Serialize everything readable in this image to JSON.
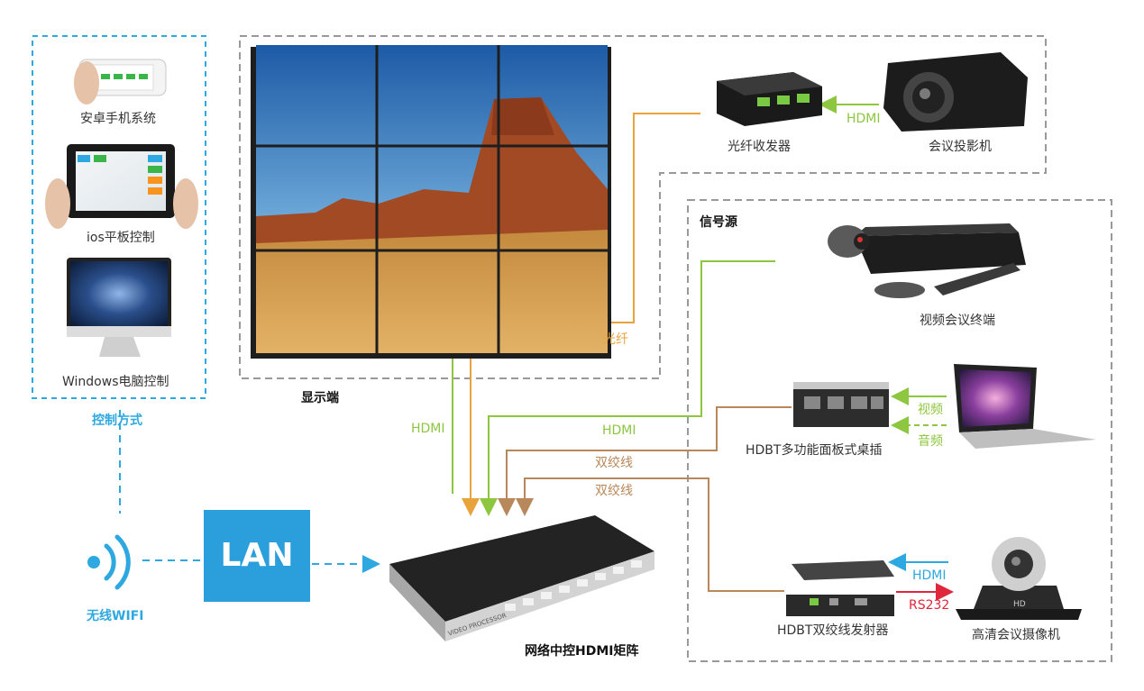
{
  "control": {
    "title": "控制方式",
    "items": [
      {
        "label": "安卓手机系统"
      },
      {
        "label": "ios平板控制"
      },
      {
        "label": "Windows电脑控制"
      }
    ]
  },
  "wifi": {
    "label": "无线WIFI"
  },
  "lan": {
    "label": "LAN"
  },
  "display": {
    "label": "显示端"
  },
  "matrix": {
    "label": "网络中控HDMI矩阵",
    "brand": "VIDEO PROCESSOR"
  },
  "fiber": {
    "label": "光纤收发器"
  },
  "projector": {
    "label": "会议投影机"
  },
  "source": {
    "title": "信号源"
  },
  "vc": {
    "label": "视频会议终端"
  },
  "hdbt_panel": {
    "label": "HDBT多功能面板式桌插"
  },
  "hdbt_tx": {
    "label": "HDBT双绞线发射器"
  },
  "camera": {
    "label": "高清会议摄像机",
    "badge": "HD"
  },
  "links": {
    "fiber_projector": "HDMI",
    "fiber_cable": "光纤",
    "matrix_display": "HDMI",
    "vc_matrix": "HDMI",
    "panel_twisted": "双绞线",
    "tx_twisted": "双绞线",
    "laptop_video": "视频",
    "laptop_audio": "音频",
    "camera_hdmi": "HDMI",
    "camera_rs232": "RS232"
  },
  "colors": {
    "hdmi": "#8dc63f",
    "fiber": "#e8a33d",
    "twisted": "#b9885a",
    "wifi_lan": "#2da8e0",
    "rs232": "#e0263a"
  }
}
